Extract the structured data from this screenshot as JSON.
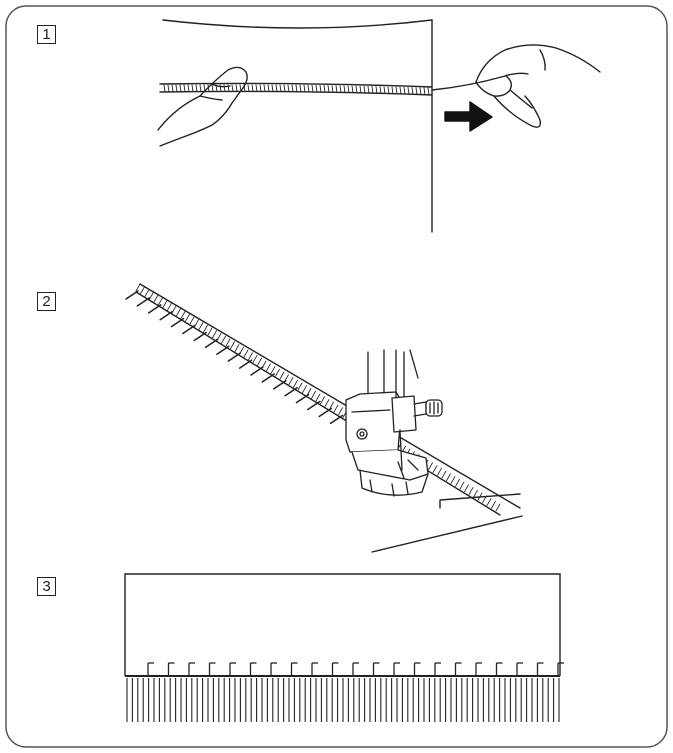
{
  "steps": [
    {
      "label": "1"
    },
    {
      "label": "2"
    },
    {
      "label": "3"
    }
  ],
  "icons": {
    "step1": [
      "hand-icon",
      "thread-icon",
      "arrow-right-icon"
    ],
    "step2": [
      "presser-foot-icon",
      "needle-icon"
    ],
    "step3": [
      "fringe-icon"
    ]
  },
  "colors": {
    "line": "#222222",
    "border": "#555555",
    "background": "#ffffff"
  }
}
